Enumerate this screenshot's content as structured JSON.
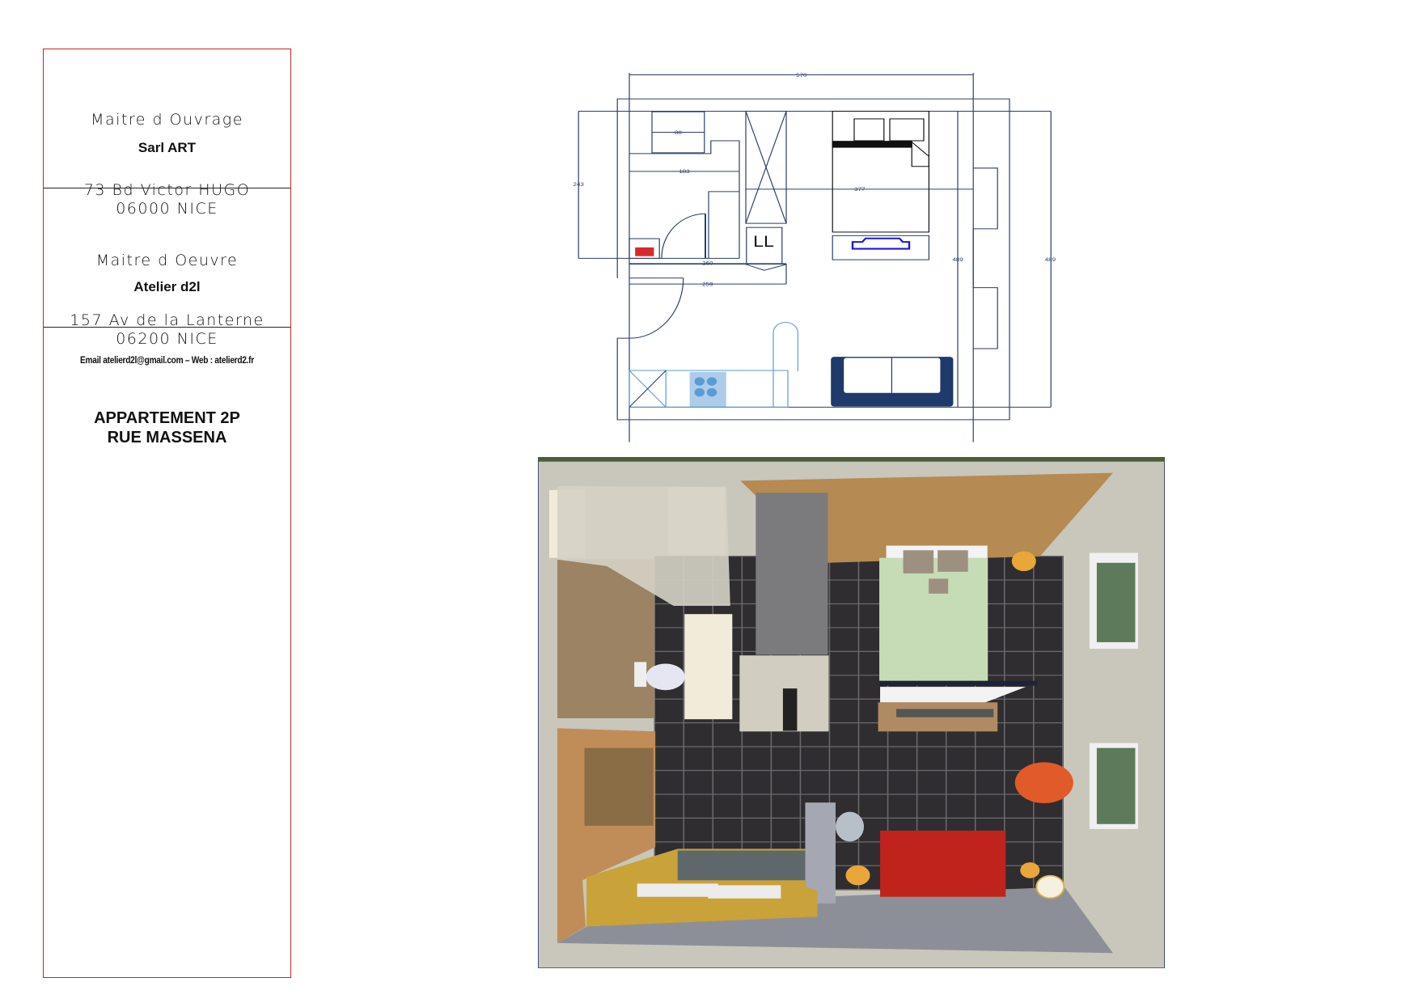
{
  "title_block": {
    "owner": {
      "heading": "Maitre d Ouvrage",
      "name": "Sarl ART",
      "address_line1": "73 Bd Victor HUGO",
      "address_line2": "06000 NICE"
    },
    "architect": {
      "heading": "Maitre d Oeuvre",
      "name": "Atelier d2l",
      "address_line1": "157 Av de la Lanterne",
      "address_line2": "06200 NICE",
      "contact": "Email atelierd2l@gmail.com – Web : atelierd2.fr"
    },
    "project": {
      "line1": "APPARTEMENT 2P",
      "line2": "RUE MASSENA"
    }
  },
  "floor_plan": {
    "dimensions": [
      "570",
      "243",
      "88",
      "183",
      "377",
      "260",
      "259",
      "489",
      "489"
    ],
    "laundry_label": "LL",
    "colors": {
      "wall": "#2a3f6b",
      "kitchen": "#5b9bd5",
      "sofa": "#1f3a6b",
      "electric_panel": "#d62a2a"
    }
  },
  "render_3d": {
    "colors": {
      "floor_tile": "#2f2d2f",
      "bed": "#c5dcb7",
      "sofa": "#c0231c",
      "armchair": "#e05a2a",
      "wall": "#cbc7bb",
      "wood": "#b58a53"
    }
  }
}
